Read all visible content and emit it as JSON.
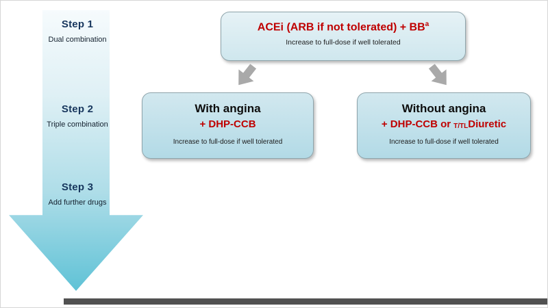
{
  "slide": {
    "steps": [
      {
        "title": "Step 1",
        "subtitle": "Dual combination"
      },
      {
        "title": "Step 2",
        "subtitle": "Triple combination"
      },
      {
        "title": "Step 3",
        "subtitle": "Add further drugs"
      }
    ],
    "top_box": {
      "title": "ACEi (ARB if not tolerated) + BB",
      "superscript": "a",
      "note": "Increase to full-dose if well tolerated"
    },
    "left_box": {
      "title": "With angina",
      "therapy": "+ DHP-CCB",
      "note": "Increase to full-dose if well tolerated"
    },
    "right_box": {
      "title": "Without angina",
      "therapy_prefix": "+ DHP-CCB or",
      "therapy_subscript": "T/TL",
      "therapy_suffix": "Diuretic",
      "note": "Increase to full-dose if well tolerated"
    },
    "colors": {
      "accent_red": "#bf0000",
      "step_navy": "#17365d",
      "box_fill": "#bfe0ea",
      "connector_gray": "#a9a9a9"
    }
  }
}
